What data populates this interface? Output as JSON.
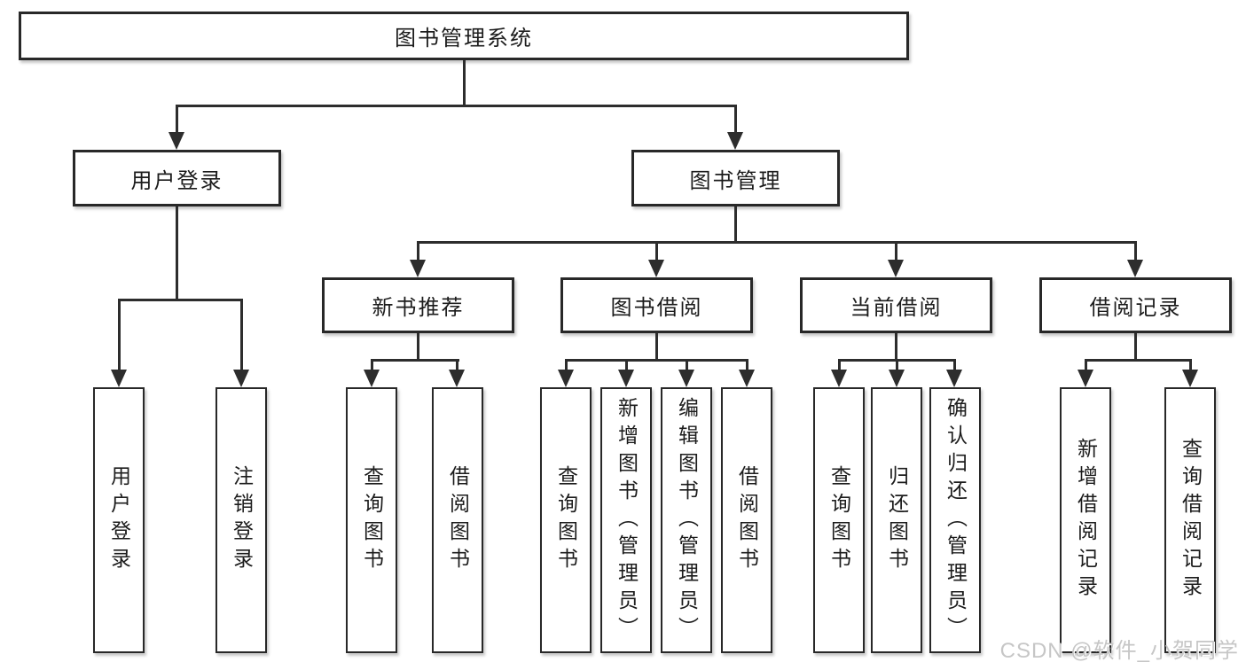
{
  "tree": {
    "label": "图书管理系统",
    "children": [
      {
        "label": "用户登录",
        "children": [
          {
            "label": "用户登录"
          },
          {
            "label": "注销登录"
          }
        ]
      },
      {
        "label": "图书管理",
        "children": [
          {
            "label": "新书推荐",
            "children": [
              {
                "label": "查询图书"
              },
              {
                "label": "借阅图书"
              }
            ]
          },
          {
            "label": "图书借阅",
            "children": [
              {
                "label": "查询图书"
              },
              {
                "label": "新增图书（管理员）"
              },
              {
                "label": "编辑图书（管理员）"
              },
              {
                "label": "借阅图书"
              }
            ]
          },
          {
            "label": "当前借阅",
            "children": [
              {
                "label": "查询图书"
              },
              {
                "label": "归还图书"
              },
              {
                "label": "确认归还（管理员）"
              }
            ]
          },
          {
            "label": "借阅记录",
            "children": [
              {
                "label": "新增借阅记录"
              },
              {
                "label": "查询借阅记录"
              }
            ]
          }
        ]
      }
    ]
  },
  "watermark": "CSDN @软件_小贺同学",
  "colors": {
    "line": "#2d2d2d",
    "box_border": "#282828",
    "text": "#1c1c1c",
    "watermark": "#c6c6c6",
    "background": "#ffffff"
  }
}
